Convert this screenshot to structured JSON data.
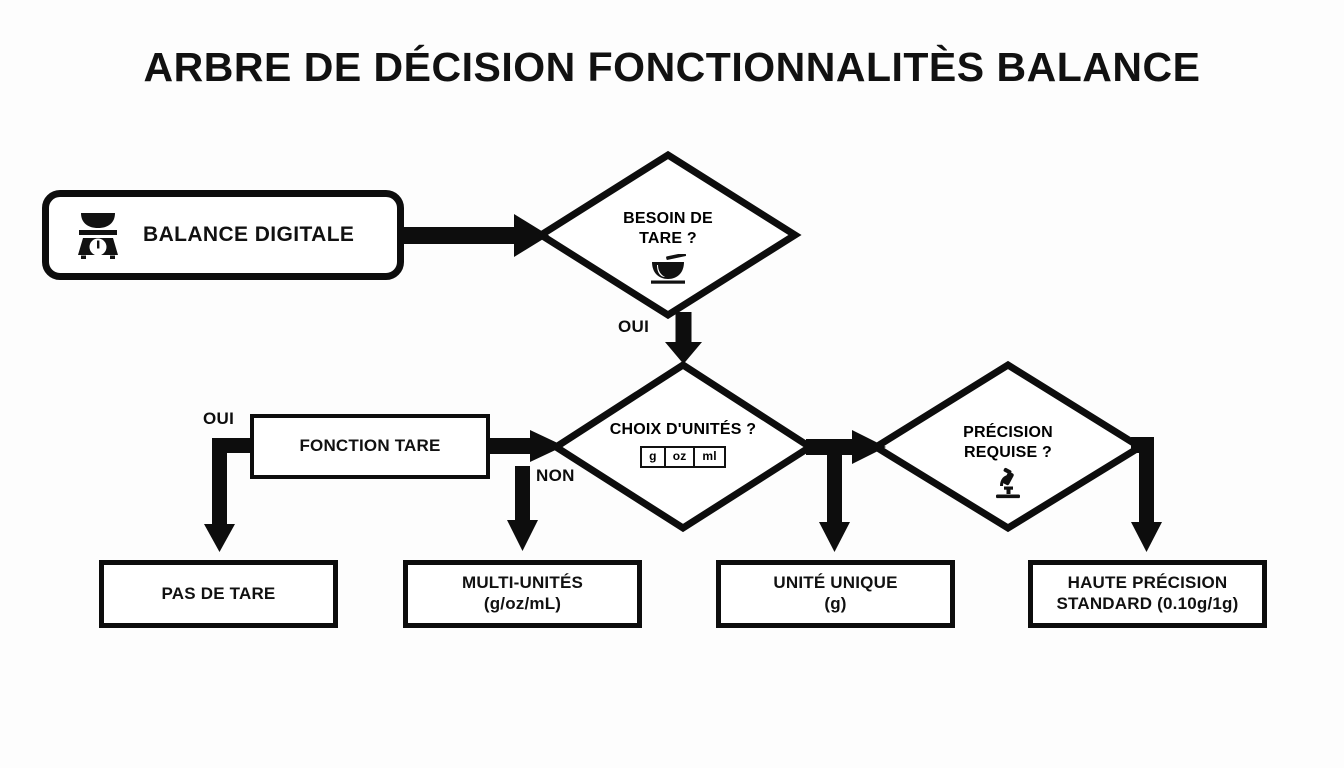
{
  "page": {
    "title": "ARBRE DE DÉCISION FONCTIONNALITÈS BALANCE",
    "background_color": "#fdfdfd",
    "ink_color": "#0d0d0d"
  },
  "nodes": {
    "start": {
      "label": "BALANCE DIGITALE",
      "icon": "kitchen-scale-icon",
      "shape": "rounded-rectangle"
    },
    "decision_tare": {
      "line1": "BESOIN DE",
      "line2": "TARE ?",
      "icon": "bowl-icon",
      "shape": "diamond"
    },
    "decision_units": {
      "line1": "CHOIX D'UNITÉS ?",
      "shape": "diamond",
      "units": [
        "g",
        "oz",
        "ml"
      ]
    },
    "decision_precision": {
      "line1": "PRÉCISION",
      "line2": "REQUISE ?",
      "icon": "microscope-icon",
      "shape": "diamond"
    },
    "fonction_tare": {
      "label": "FONCTION TARE",
      "shape": "rectangle"
    },
    "pas_de_tare": {
      "line1": "PAS DE TARE",
      "line2": "",
      "shape": "rectangle"
    },
    "multi_unites": {
      "line1": "MULTI-UNITÉS",
      "line2": "(g/oz/mL)",
      "shape": "rectangle"
    },
    "unite_unique": {
      "line1": "UNITÉ UNIQUE",
      "line2": "(g)",
      "shape": "rectangle"
    },
    "haute_precision": {
      "line1": "HAUTE PRÉCISION",
      "line2": "STANDARD (0.10g/1g)",
      "shape": "rectangle"
    }
  },
  "edge_labels": {
    "tare_oui": "OUI",
    "fonction_oui": "OUI",
    "fonction_non": "NON"
  }
}
